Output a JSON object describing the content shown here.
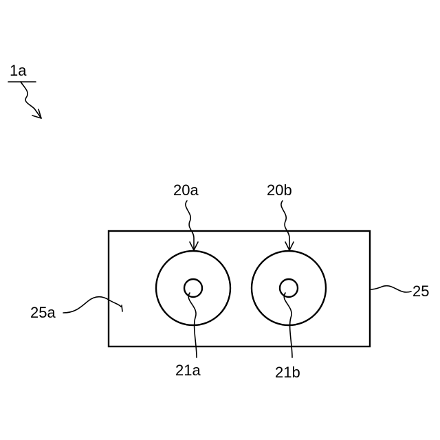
{
  "labels": {
    "assembly": "1a",
    "element_a": "20a",
    "element_b": "20b",
    "core_a": "21a",
    "core_b": "21b",
    "body": "25",
    "body_face": "25a"
  },
  "colors": {
    "stroke": "#000000",
    "background": "#ffffff"
  }
}
